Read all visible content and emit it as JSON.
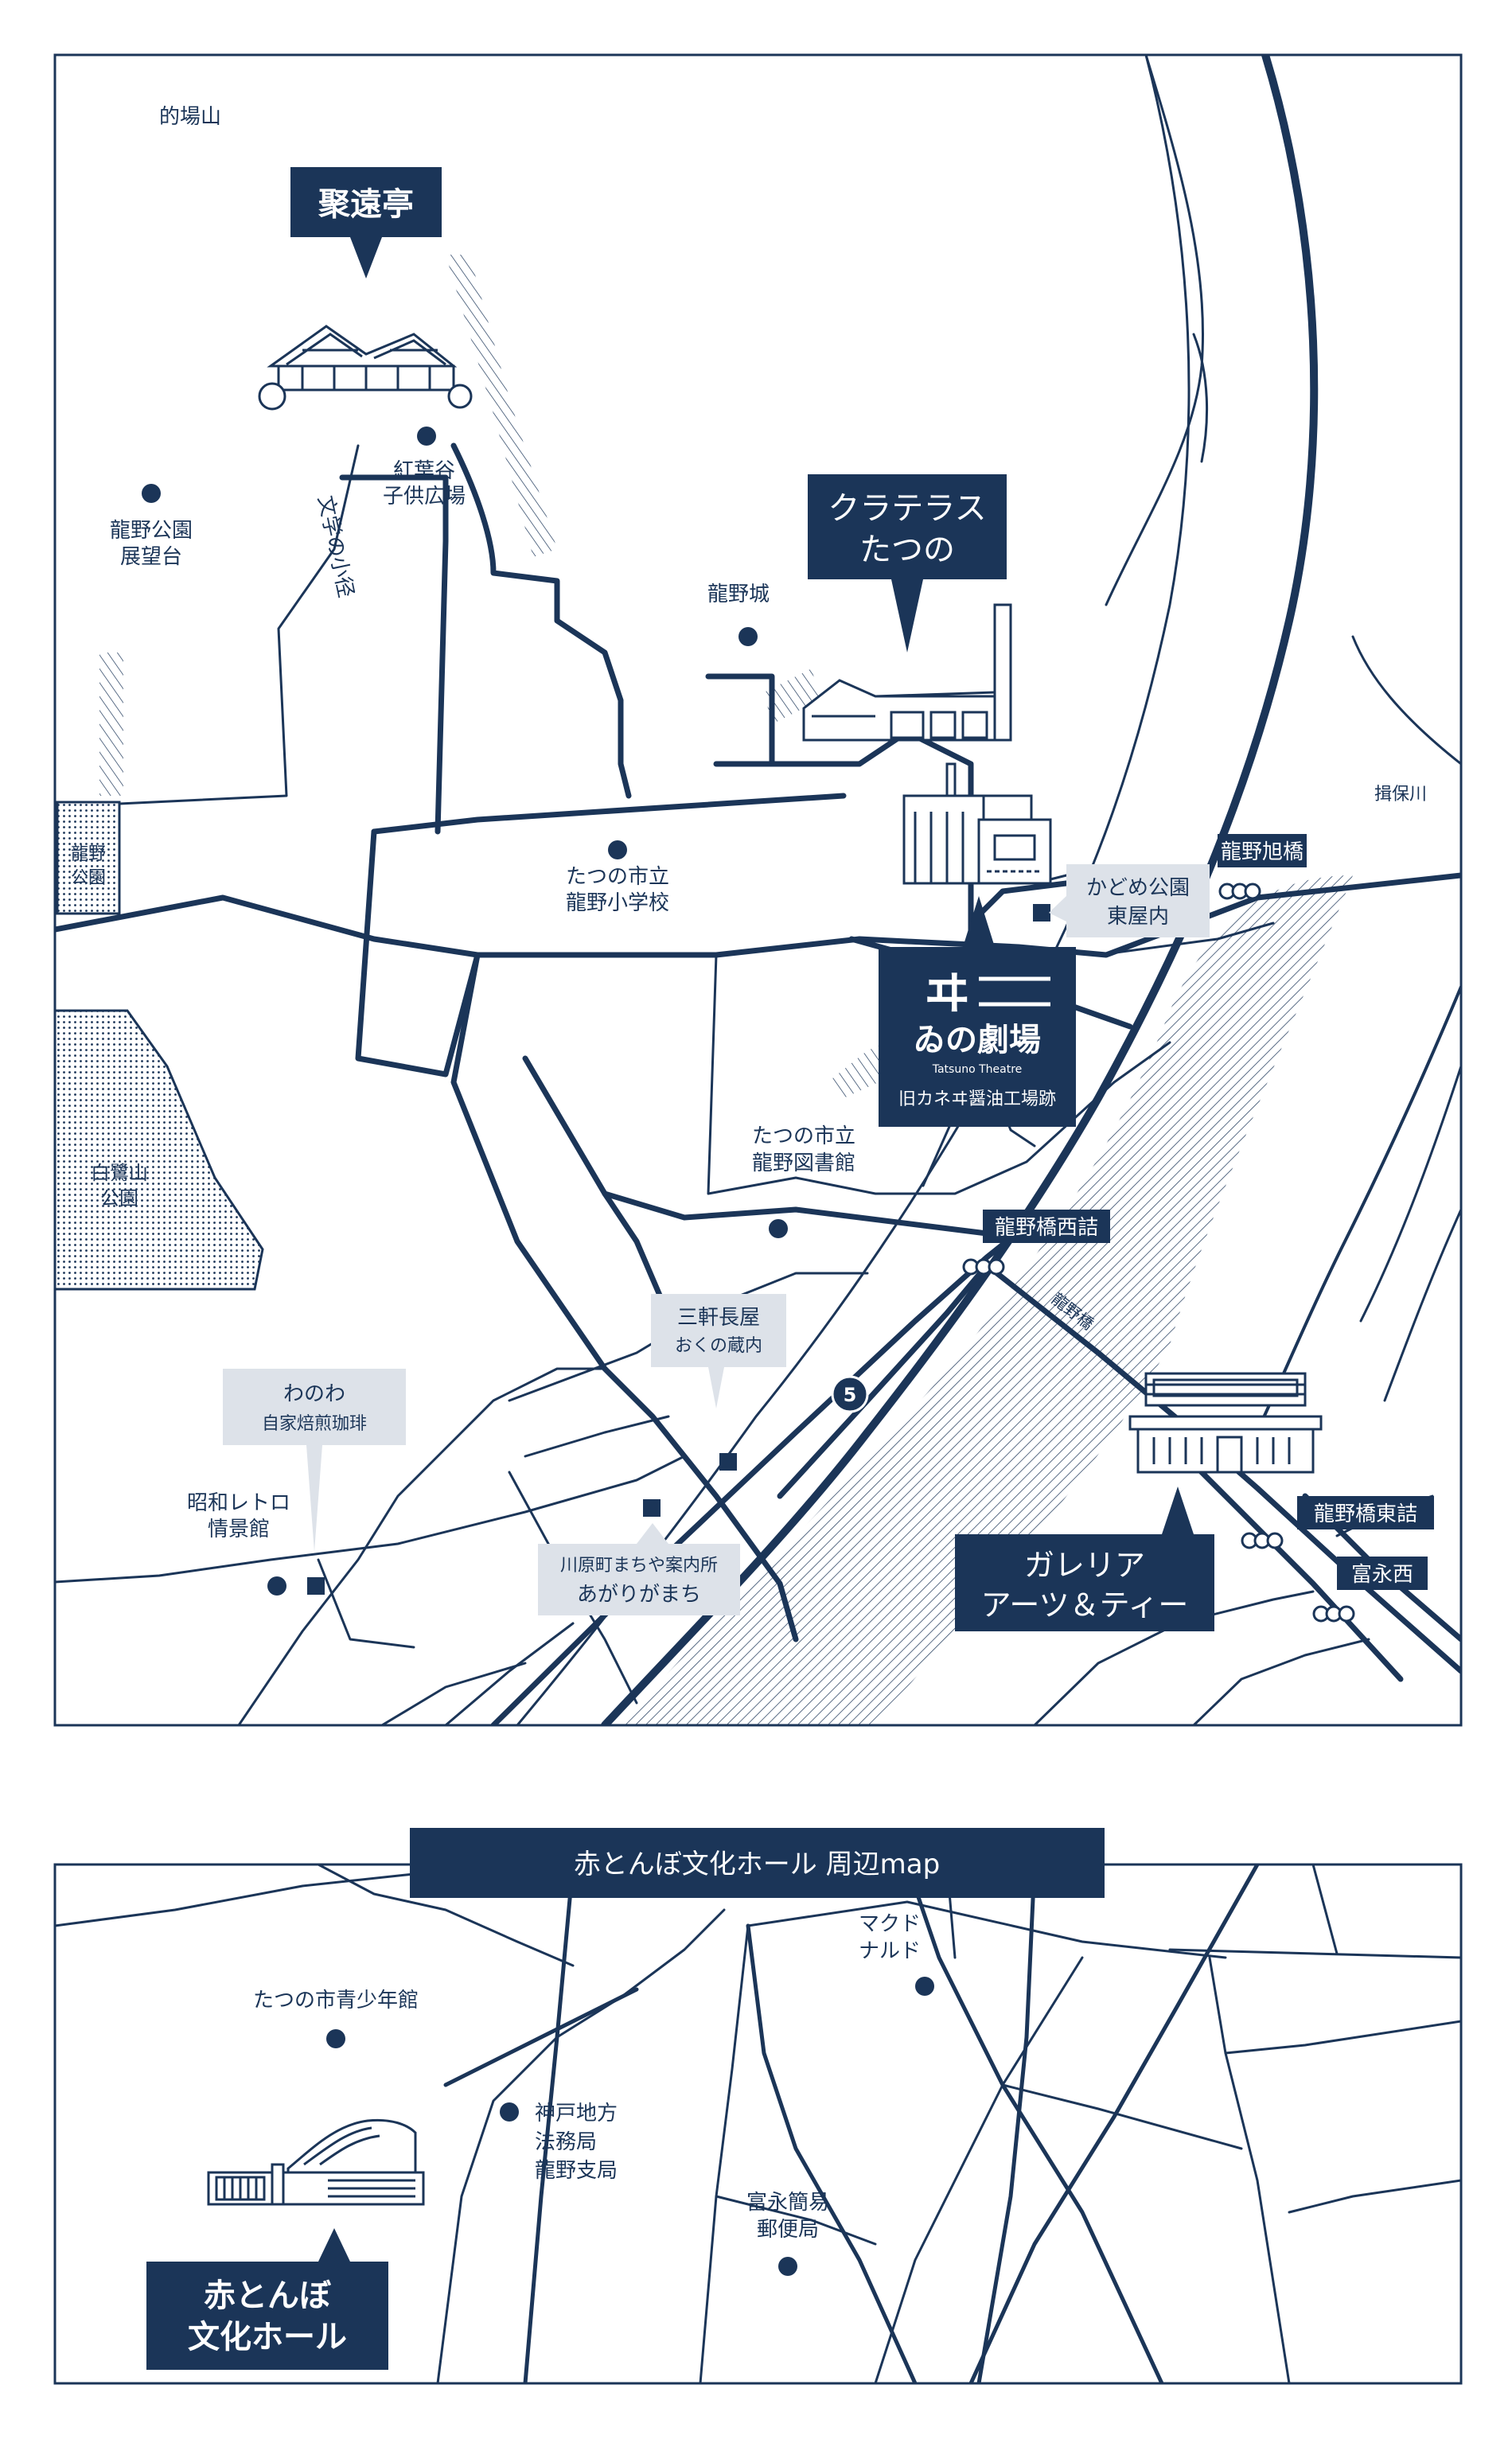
{
  "colors": {
    "navy": "#1b3558",
    "pale_box": "#dde2e9",
    "white": "#ffffff"
  },
  "map1": {
    "place_labels": {
      "matoba": "的場山",
      "momiji": [
        "紅葉谷",
        "子供広場"
      ],
      "tenbodai": [
        "龍野公園",
        "展望台"
      ],
      "bungaku": "文学の小径",
      "tatsunojo": "龍野城",
      "elementary": [
        "たつの市立",
        "龍野小学校"
      ],
      "tatsuno_park": [
        "龍野",
        "公園"
      ],
      "shirasagi": [
        "白鷺山",
        "公園"
      ],
      "library": [
        "たつの市立",
        "龍野図書館"
      ],
      "showa": [
        "昭和レトロ",
        "情景館"
      ],
      "ibogawa": "揖保川",
      "embankment": "龍野橋",
      "route5": "5"
    },
    "callouts": {
      "shuentei": "聚遠亭",
      "kurateras": [
        "クラテラス",
        "たつの"
      ],
      "theatre_logo": "ヰ",
      "theatre_name": "ゐの劇場",
      "theatre_en": "Tatsuno Theatre",
      "theatre_sub": "旧カネヰ醤油工場跡",
      "galeria": [
        "ガレリア",
        "アーツ＆ティー"
      ],
      "kadome": [
        "かどめ公園",
        "東屋内"
      ],
      "sanken": [
        "三軒長屋",
        "おくの蔵内"
      ],
      "wanowa": [
        "わのわ",
        "自家焙煎珈琲"
      ],
      "agari": [
        "川原町まちや案内所",
        "あがりがまち"
      ]
    },
    "stops": {
      "asahi": "龍野旭橋",
      "nishizume": "龍野橋西詰",
      "higashizume": "龍野橋東詰",
      "tominaga_nishi": "富永西"
    }
  },
  "map2": {
    "title": "赤とんぼ文化ホール 周辺map",
    "place_labels": {
      "mcdonalds": [
        "マクド",
        "ナルド"
      ],
      "youth_hall": "たつの市青少年館",
      "legal_office": [
        "神戸地方",
        "法務局",
        "龍野支局"
      ],
      "post_office": [
        "富永簡易",
        "郵便局"
      ]
    },
    "callout": [
      "赤とんぼ",
      "文化ホール"
    ]
  }
}
